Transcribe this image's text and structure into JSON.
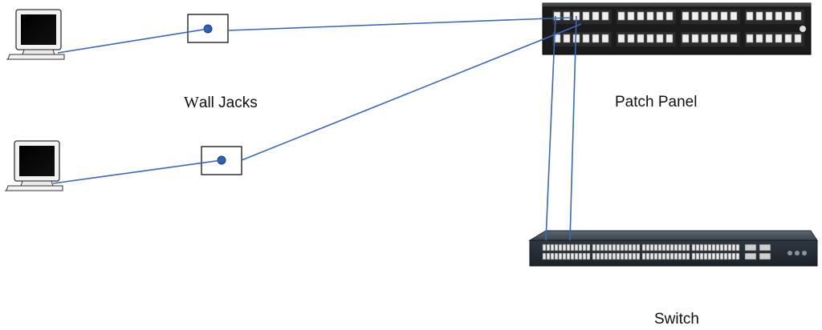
{
  "labels": {
    "wall_jacks_first": "W",
    "wall_jacks_rest": "all Jacks",
    "patch_panel": "Patch Panel",
    "switch": "Switch"
  },
  "colors": {
    "cable": "#3a67b8",
    "jack_dot": "#2f5fb5",
    "panel_body": "#1a1a1a",
    "switch_body": "#3b4550"
  },
  "icons": {
    "computer": "computer-icon",
    "wall_jack": "wall-jack-icon",
    "patch_panel": "patch-panel-icon",
    "switch": "network-switch-icon"
  }
}
